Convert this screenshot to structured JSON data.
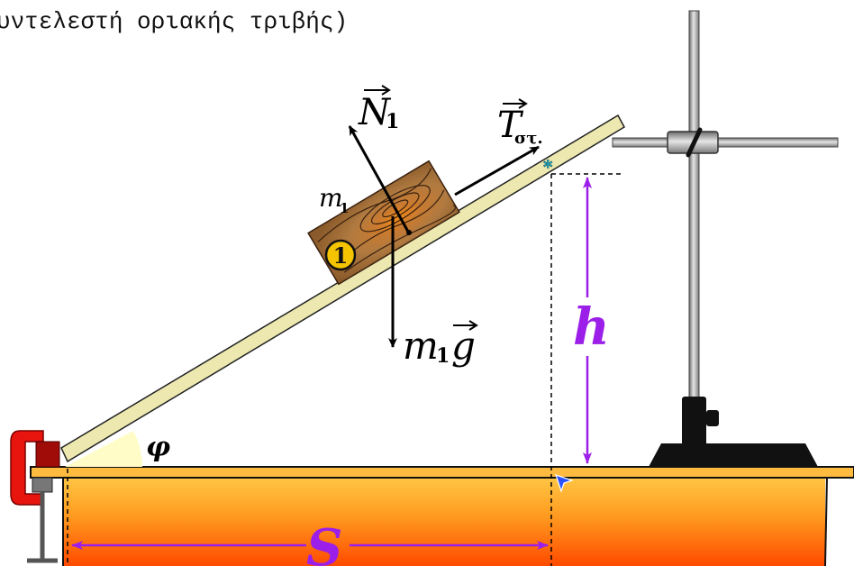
{
  "caption": "υντελεστή οριακής τριβής)",
  "labels": {
    "mass": "m",
    "mass_sub": "1",
    "normal_force": "N",
    "normal_sub": "1",
    "friction": "T",
    "friction_sub": "στ.",
    "weight_m": "m",
    "weight_sub": "1",
    "weight_g": "g",
    "height": "h",
    "angle": "φ",
    "distance": "S",
    "block_number": "1"
  },
  "colors": {
    "dimension": "#9b1fe8",
    "ramp": "#ece8b0",
    "table_top": "#ffb23a",
    "table_bottom": "#ff4d00",
    "clamp": "#e8150f",
    "angle_fill": "#fffcc8",
    "badge": "#f5c400"
  },
  "icons": {
    "asterisk": "cyan-asterisk-icon",
    "cursor": "pointer-cursor-icon"
  }
}
